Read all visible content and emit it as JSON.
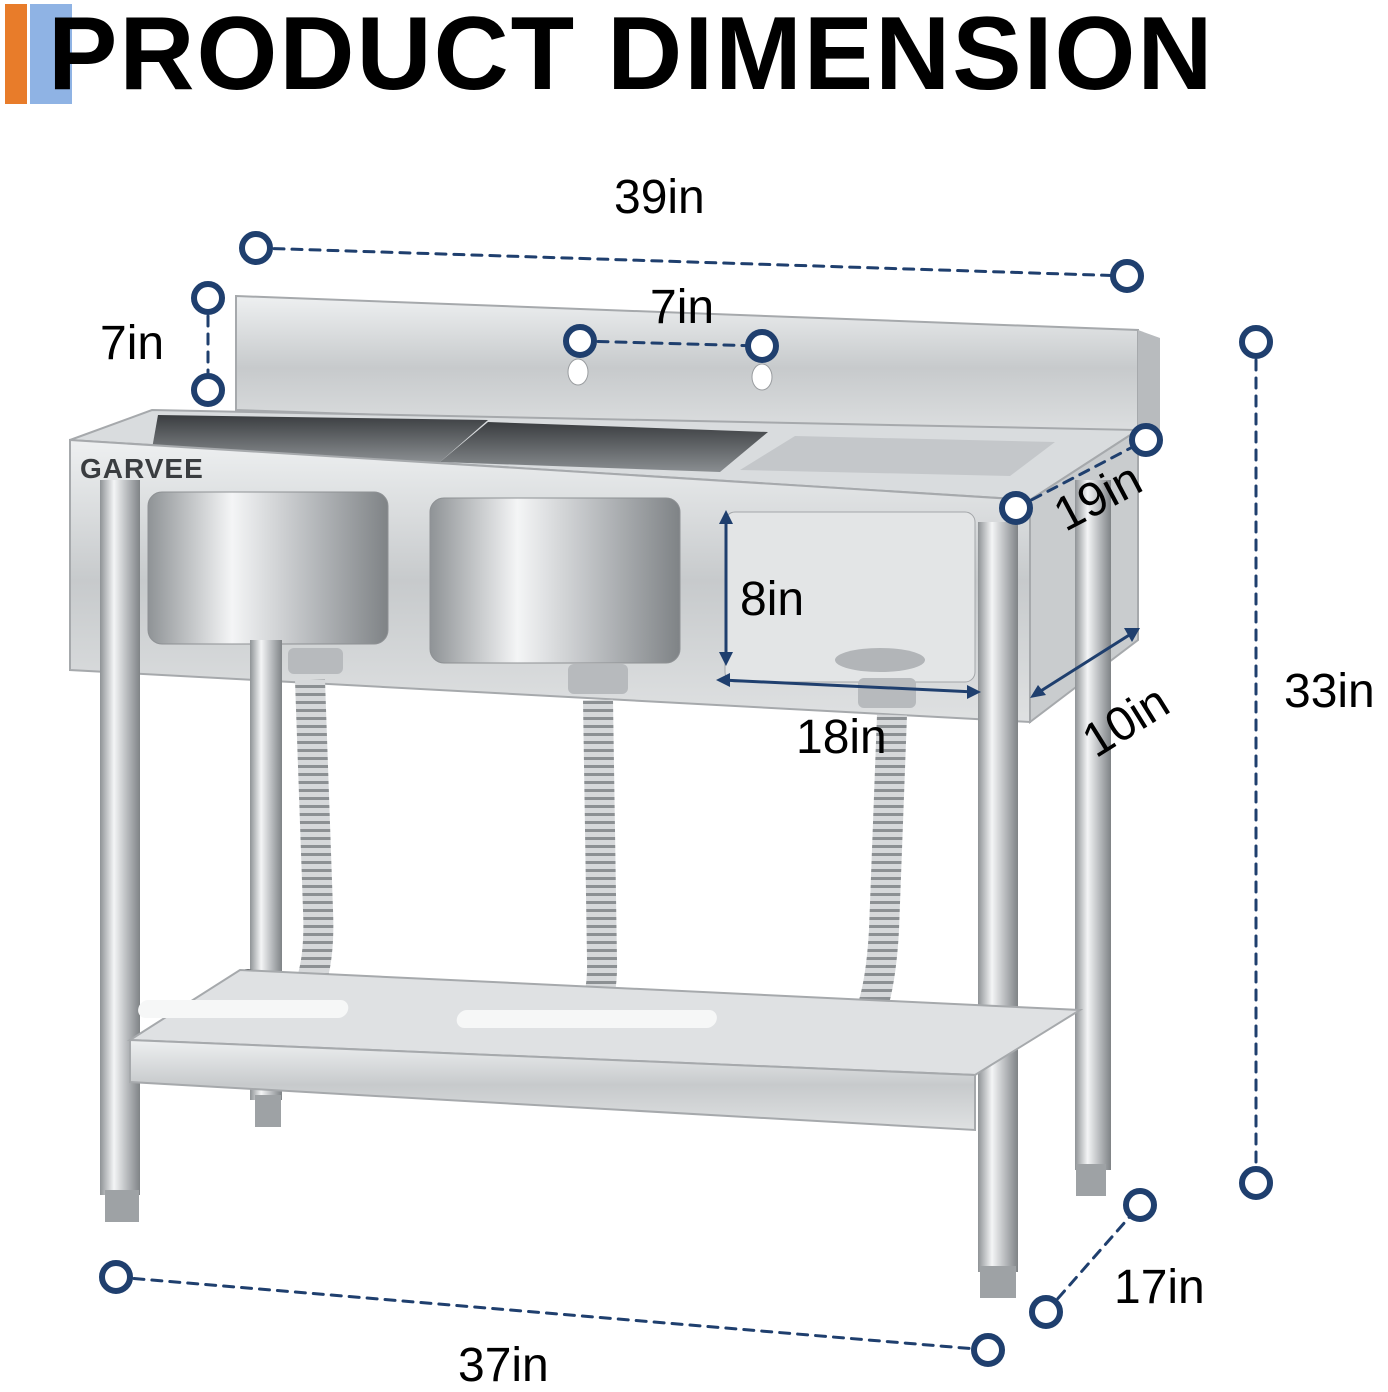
{
  "title": "PRODUCT DIMENSION",
  "brand": "GARVEE",
  "dimensions": {
    "overall_width": "39in",
    "backsplash_height": "7in",
    "faucet_hole_spacing": "7in",
    "bowl_depth": "8in",
    "bowl_length": "18in",
    "top_depth": "19in",
    "bowl_width": "10in",
    "overall_height": "33in",
    "base_width": "37in",
    "base_depth": "17in"
  },
  "colors": {
    "accent_orange": "#e87c2a",
    "accent_blue": "#8fb3e4",
    "marker_navy": "#1f3f6e",
    "steel": "#b9bcbf"
  }
}
